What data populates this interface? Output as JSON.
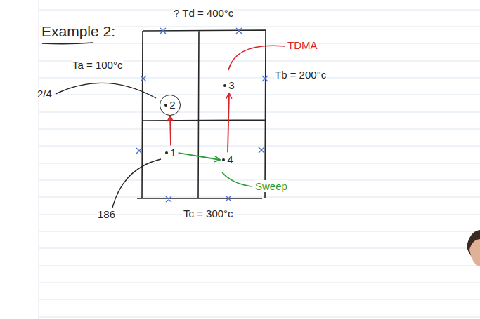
{
  "diagram": {
    "title": "Example 2:",
    "nodes": [
      {
        "text": [
          "2"
        ]
      },
      {
        "text": [
          "3"
        ]
      },
      {
        "text": [
          "1"
        ]
      },
      {
        "text": [
          "4"
        ]
      }
    ],
    "edges": [
      {
        "from": 2,
        "to": 0,
        "arrow": "to"
      },
      {
        "from": 3,
        "to": 1,
        "arrow": "to"
      },
      {
        "from": 2,
        "to": 3,
        "arrow": "to"
      }
    ],
    "labels": [
      "? Td = 400°c",
      "TDMA",
      "Ta = 100°c",
      "Tb = 200°c",
      "2/4",
      "186",
      "Sweep",
      "Tc = 300°c"
    ]
  }
}
